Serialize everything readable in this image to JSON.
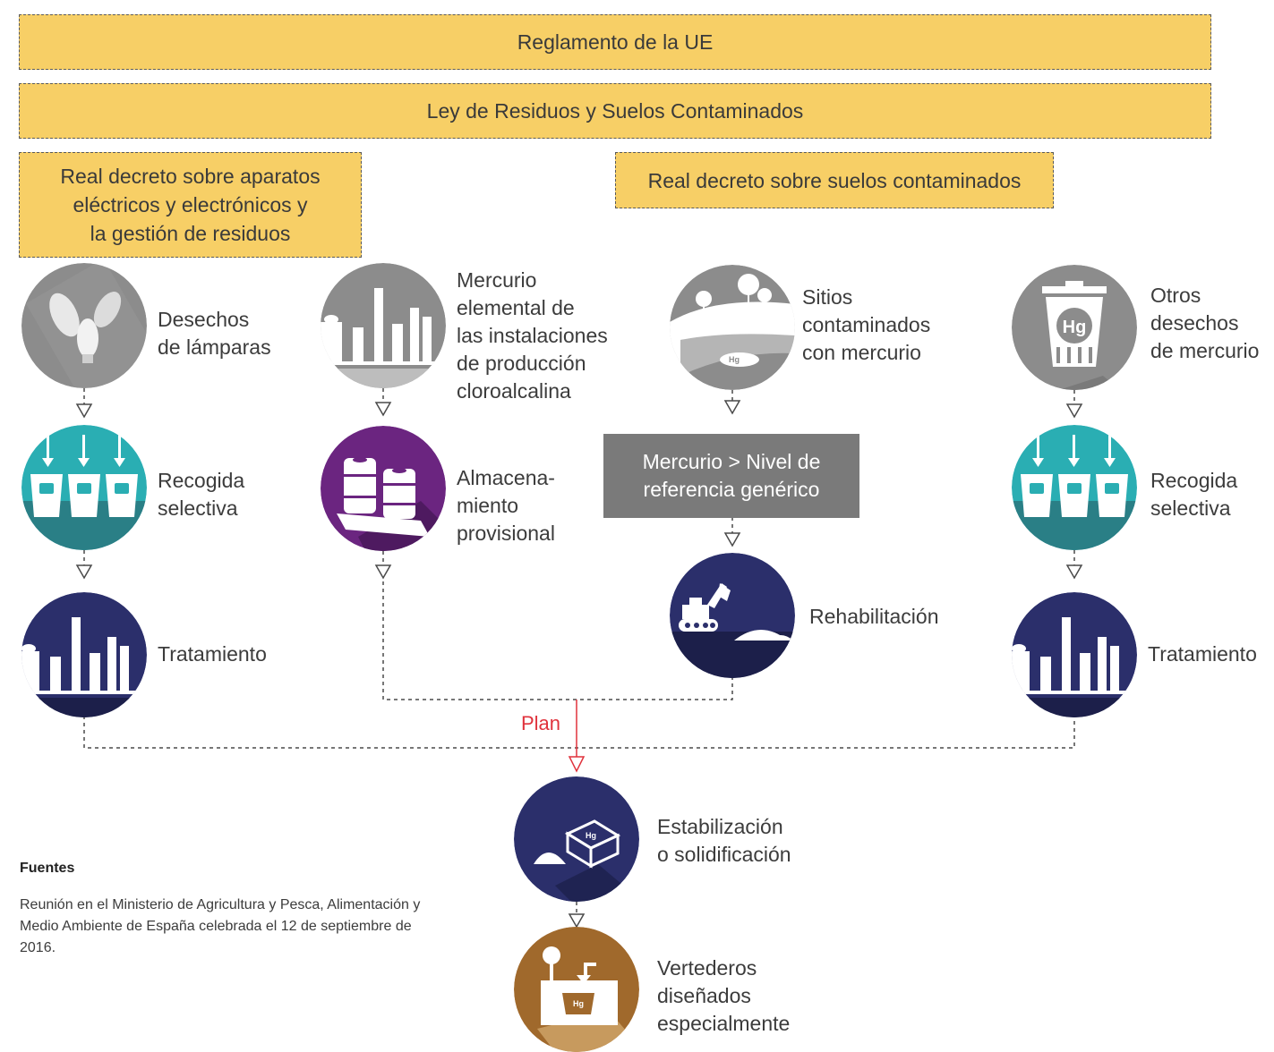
{
  "boxes": {
    "eu_regulation": "Reglamento de la UE",
    "waste_law": "Ley de Residuos y Suelos Contaminados",
    "decree_electronics": "Real decreto sobre aparatos\neléctricos y electrónicos y\nla gestión de residuos",
    "decree_soils": "Real decreto sobre suelos contaminados"
  },
  "column1": {
    "source": "Desechos\nde lámparas",
    "collection": "Recogida\nselectiva",
    "treatment": "Tratamiento"
  },
  "column2": {
    "source": "Mercurio\nelemental de\nlas instalaciones\nde producción\ncloroalcalina",
    "storage": "Almacena-\nmiento\nprovisional"
  },
  "column3": {
    "source": "Sitios\ncontaminados\ncon mercurio",
    "threshold": "Mercurio > Nivel de\nreferencia genérico",
    "remediation": "Rehabilitación"
  },
  "column4": {
    "source": "Otros\ndesechos\nde mercurio",
    "collection": "Recogida\nselectiva",
    "treatment": "Tratamiento"
  },
  "plan": "Plan",
  "final": {
    "stabilization": "Estabilización\no solidificación",
    "landfill": "Vertederos\ndiseñados\nespecialmente"
  },
  "hg": "Hg",
  "sources": {
    "title": "Fuentes",
    "text": "Reunión en el Ministerio de Agricultura y Pesca, Alimentación y Medio Ambiente de España celebrada el 12 de septiembre de 2016."
  },
  "colors": {
    "yellow": "#f7cf66",
    "grey": "#8c8c8c",
    "teal": "#2aaeb3",
    "navy": "#2b2f6b",
    "purple": "#6b2580",
    "brown": "#a0692c",
    "plan_red": "#e0323c"
  }
}
